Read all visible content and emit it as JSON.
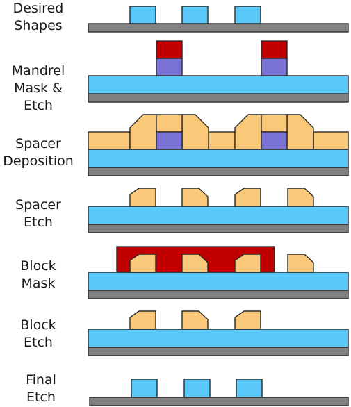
{
  "steps": [
    {
      "id": "desired",
      "line1": "Desired",
      "line2": "Shapes"
    },
    {
      "id": "mandrel",
      "line1": "Mandrel",
      "line2": "Mask & Etch"
    },
    {
      "id": "spacer-dep",
      "line1": "Spacer",
      "line2": "Deposition"
    },
    {
      "id": "spacer-etch",
      "line1": "Spacer",
      "line2": "Etch"
    },
    {
      "id": "block-mask",
      "line1": "Block",
      "line2": "Mask"
    },
    {
      "id": "block-etch",
      "line1": "Block",
      "line2": "Etch"
    },
    {
      "id": "final",
      "line1": "Final",
      "line2": "Etch"
    }
  ],
  "colors": {
    "substrate": "#808080",
    "film": "#5bc8fa",
    "hardmask": "#c00000",
    "mandrel": "#7b72d6",
    "spacer": "#f9c878",
    "block": "#c00000",
    "outline": "#2a2a2a"
  }
}
